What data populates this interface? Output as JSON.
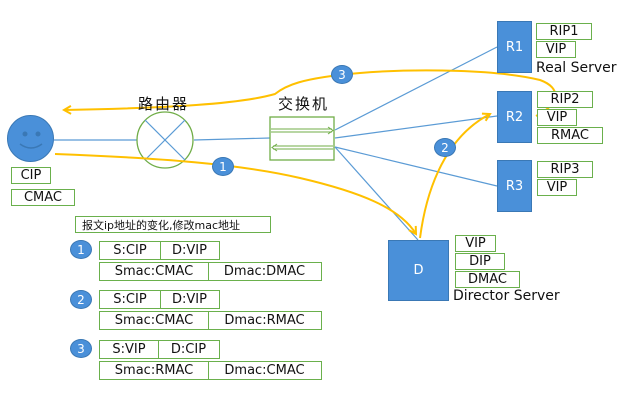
{
  "colors": {
    "node_blue": "#4a90d9",
    "box_green": "#6ab04c",
    "flow_yellow": "#ffc000",
    "link_blue": "#5b9bd5"
  },
  "client": {
    "icon": "smiley-face-icon",
    "tags": [
      "CIP",
      "CMAC"
    ]
  },
  "router": {
    "label": "路由器",
    "icon": "router-cross-icon"
  },
  "switch": {
    "label": "交换机",
    "icon": "switch-arrows-icon"
  },
  "real_servers": [
    {
      "name": "R1",
      "tags": [
        "RIP1",
        "VIP"
      ]
    },
    {
      "name": "R2",
      "tags": [
        "RIP2",
        "VIP",
        "RMAC"
      ]
    },
    {
      "name": "R3",
      "tags": [
        "RIP3",
        "VIP"
      ]
    }
  ],
  "real_server_caption": "Real Server",
  "director": {
    "name": "D",
    "tags": [
      "VIP",
      "DIP",
      "DMAC"
    ],
    "caption": "Director Server"
  },
  "flow_markers": [
    "1",
    "2",
    "3"
  ],
  "legend": {
    "title": "报文ip地址的变化,修改mac地址",
    "steps": [
      {
        "num": "1",
        "src": "S:CIP",
        "dst": "D:VIP",
        "smac": "Smac:CMAC",
        "dmac": "Dmac:DMAC"
      },
      {
        "num": "2",
        "src": "S:CIP",
        "dst": "D:VIP",
        "smac": "Smac:CMAC",
        "dmac": "Dmac:RMAC"
      },
      {
        "num": "3",
        "src": "S:VIP",
        "dst": "D:CIP",
        "smac": "Smac:RMAC",
        "dmac": "Dmac:CMAC"
      }
    ]
  }
}
